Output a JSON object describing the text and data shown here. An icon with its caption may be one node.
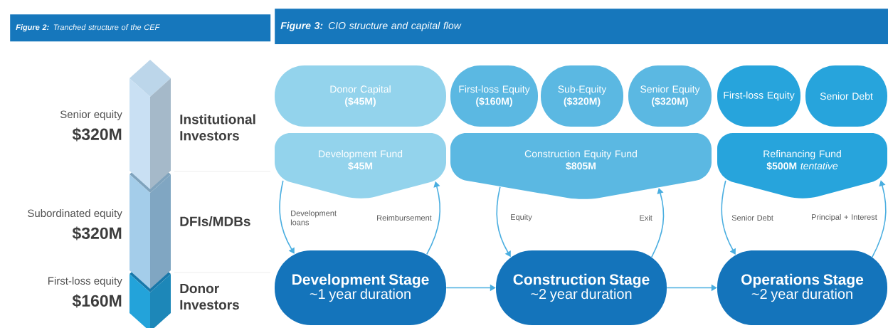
{
  "diagram": {
    "nodes": [
      {
        "text": [
          "Donor Capital",
          "($45M)"
        ]
      },
      {
        "text": [
          "First-loss Equity",
          "($160M)"
        ]
      },
      {
        "text": [
          "Sub-Equity",
          "($320M)"
        ]
      },
      {
        "text": [
          "Senior Equity",
          "($320M)"
        ]
      },
      {
        "text": [
          "First-loss Equity"
        ]
      },
      {
        "text": [
          "Senior Debt"
        ]
      },
      {
        "text": [
          "Development Fund",
          "$45M"
        ]
      },
      {
        "text": [
          "Construction Equity Fund",
          "$805M"
        ]
      },
      {
        "text": [
          "Refinancing Fund",
          "**$500M** *tentative*"
        ]
      },
      {
        "text": [
          "Development Stage",
          "~1 year duration"
        ]
      },
      {
        "text": [
          "Construction Stage",
          "~2 year duration"
        ]
      },
      {
        "text": [
          "Operations Stage",
          "~2 year duration"
        ]
      }
    ],
    "edges": [
      {
        "from": 6,
        "to": 9,
        "arrow": "to",
        "label": "Development loans"
      },
      {
        "from": 9,
        "to": 6,
        "arrow": "to",
        "label": "Reimbursement"
      },
      {
        "from": 7,
        "to": 10,
        "arrow": "to",
        "label": "Equity"
      },
      {
        "from": 10,
        "to": 7,
        "arrow": "to",
        "label": "Exit"
      },
      {
        "from": 8,
        "to": 11,
        "arrow": "to",
        "label": "Senior Debt"
      },
      {
        "from": 11,
        "to": 8,
        "arrow": "to",
        "label": "Principal + Interest"
      },
      {
        "from": 9,
        "to": 10,
        "arrow": "to"
      },
      {
        "from": 10,
        "to": 11,
        "arrow": "to"
      }
    ],
    "labels": [
      "**Figure 2:** Tranched structure of the CEF",
      "**Figure 3:** CIO structure and capital flow",
      "Senior equity",
      "$320M",
      "Institutional Investors",
      "Subordinated equity",
      "$320M",
      "DFIs/MDBs",
      "First-loss equity",
      "$160M",
      "Donor Investors"
    ]
  }
}
